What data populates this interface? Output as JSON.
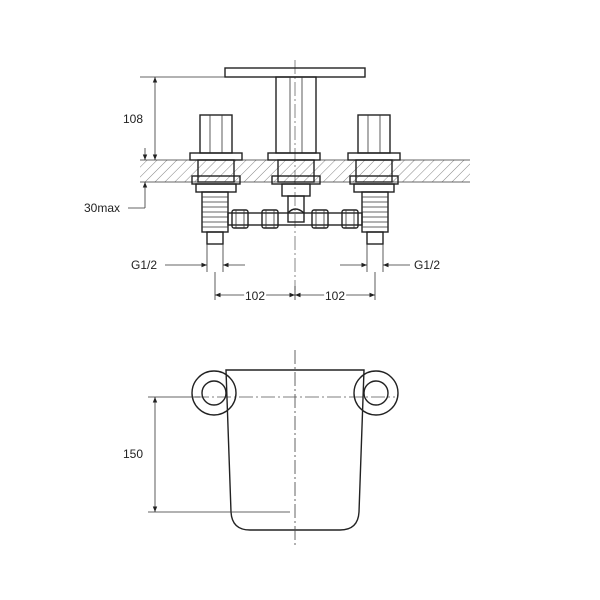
{
  "dimensions": {
    "spout_height": "108",
    "deck_max": "30max",
    "thread_left": "G1/2",
    "thread_right": "G1/2",
    "spacing_left": "102",
    "spacing_right": "102",
    "plan_depth": "150"
  },
  "colors": {
    "line": "#222222",
    "background": "#ffffff"
  }
}
